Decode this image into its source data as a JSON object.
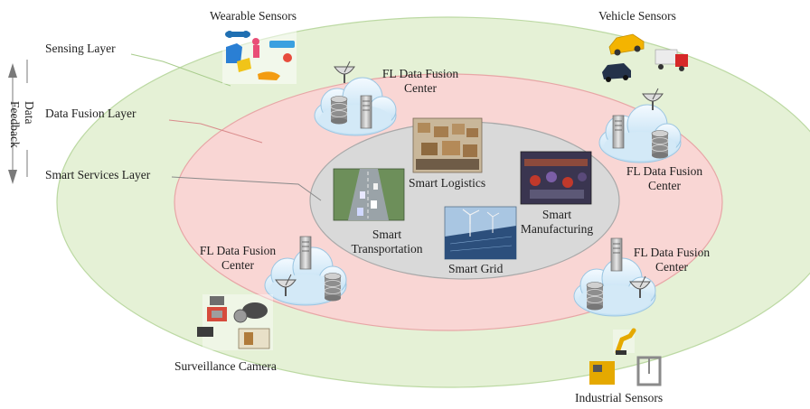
{
  "layers": {
    "sensing": "Sensing Layer",
    "fusion": "Data Fusion Layer",
    "services": "Smart Services Layer"
  },
  "feedback": {
    "line1": "Data",
    "line2": "Feedback"
  },
  "sensors": {
    "wearable": "Wearable Sensors",
    "vehicle": "Vehicle Sensors",
    "camera": "Surveillance Camera",
    "industrial": "Industrial Sensors"
  },
  "fusion_centers": {
    "top": [
      "FL Data Fusion",
      "Center"
    ],
    "right": [
      "FL Data Fusion",
      "Center"
    ],
    "left": [
      "FL Data Fusion",
      "Center"
    ],
    "bottom_right": [
      "FL Data Fusion",
      "Center"
    ]
  },
  "services": {
    "logistics": "Smart Logistics",
    "transportation": [
      "Smart",
      "Transportation"
    ],
    "manufacturing": [
      "Smart",
      "Manufacturing"
    ],
    "grid": "Smart Grid"
  },
  "colors": {
    "outer_fill": "#e5f1d6",
    "outer_stroke": "#bcd9a3",
    "middle_fill": "#f9d6d4",
    "middle_stroke": "#e7a6a6",
    "inner_fill": "#d9d9d9",
    "inner_stroke": "#a9a9a9",
    "cloud": "#d8ecf8"
  }
}
